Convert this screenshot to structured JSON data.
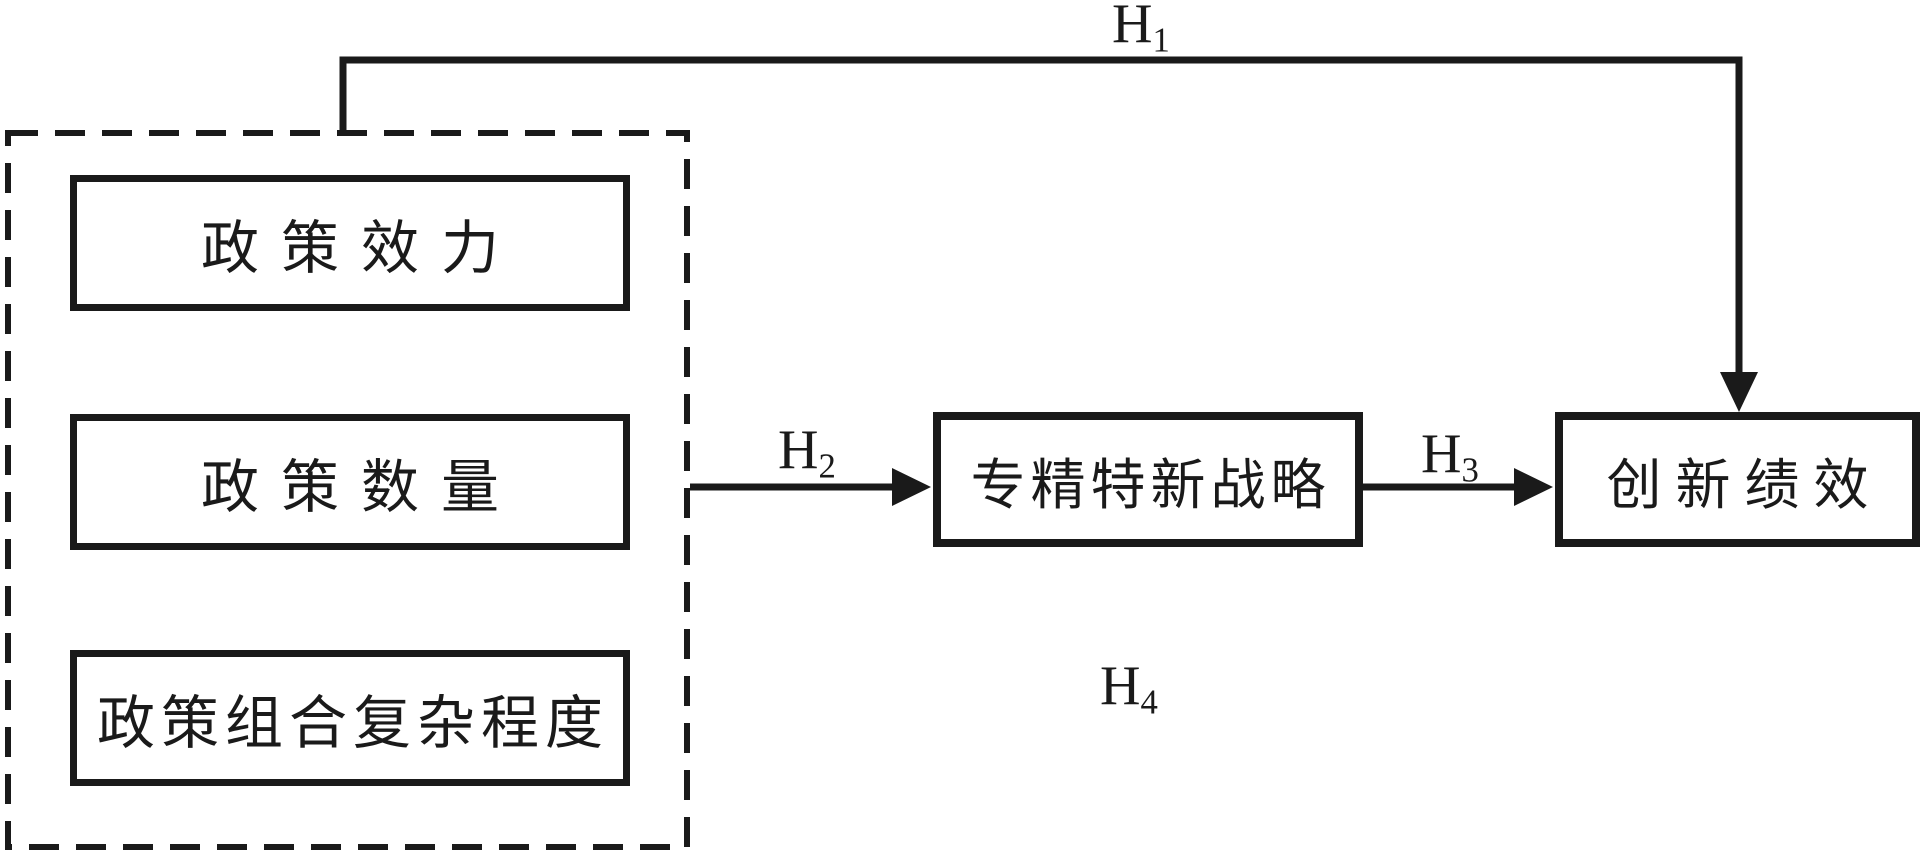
{
  "diagram": {
    "title": "policy - strategy - innovation performance hypothesis model",
    "colors": {
      "line": "#1a1a1a",
      "background": "#ffffff"
    },
    "antecedent_group": {
      "items": [
        {
          "label": "政策效力"
        },
        {
          "label": "政策数量"
        },
        {
          "label": "政策组合复杂程度"
        }
      ]
    },
    "mediator": {
      "label": "专精特新战略"
    },
    "outcome": {
      "label": "创新绩效"
    },
    "hypotheses": {
      "h1": {
        "base": "H",
        "sub": "1"
      },
      "h2": {
        "base": "H",
        "sub": "2"
      },
      "h3": {
        "base": "H",
        "sub": "3"
      },
      "h4": {
        "base": "H",
        "sub": "4"
      }
    }
  }
}
